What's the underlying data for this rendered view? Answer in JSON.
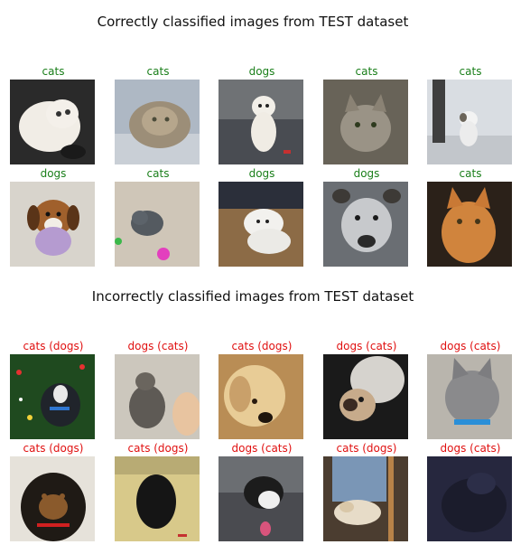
{
  "correct": {
    "title": "Correctly classified images from TEST dataset",
    "labels": [
      "cats",
      "cats",
      "dogs",
      "cats",
      "cats",
      "dogs",
      "cats",
      "dogs",
      "dogs",
      "cats"
    ]
  },
  "incorrect": {
    "title": "Incorrectly classified images from TEST dataset",
    "labels": [
      "cats (dogs)",
      "dogs (cats)",
      "cats (dogs)",
      "dogs (cats)",
      "dogs (cats)",
      "cats (dogs)",
      "cats (dogs)",
      "dogs (cats)",
      "cats (dogs)",
      "dogs (cats)"
    ]
  },
  "colors": {
    "correct_label": "#1a7f1a",
    "incorrect_label": "#e01010"
  }
}
